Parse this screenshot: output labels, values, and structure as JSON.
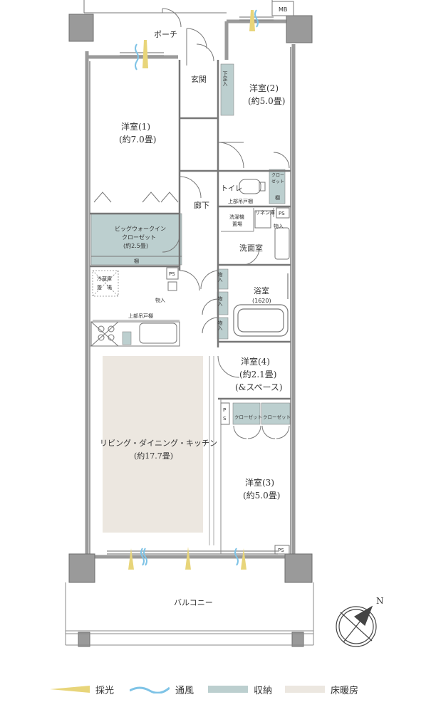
{
  "colors": {
    "wall": "#9a9a9a",
    "wall_dark": "#6e6e6e",
    "storage": "#bccfcf",
    "floor_heating": "#ece7e0",
    "light": "#e8d57a",
    "wind": "#7ec3e6",
    "line": "#666666"
  },
  "labels": {
    "mb": "MB",
    "porch": "ポーチ",
    "entrance": "玄関",
    "shoe_storage": "下足入",
    "room2": "洋室(2)",
    "room2_size": "(約5.0畳)",
    "room1": "洋室(1)",
    "room1_size": "(約7.0畳)",
    "closet_upper": "クロー",
    "closet_lower": "ゼット",
    "shelf": "棚",
    "toilet": "トイレ",
    "upper_cabinet": "上部吊戸棚",
    "corridor": "廊下",
    "linen": "リネン庫",
    "ps": "PS",
    "washer_1": "洗濯機",
    "washer_2": "置場",
    "storage_in": "物入",
    "washroom": "洗面室",
    "wic_1": "ビッグウォークイン",
    "wic_2": "クローゼット",
    "wic_3": "(約2.5畳)",
    "fridge_1": "冷蔵庫",
    "fridge_2": "置　場",
    "bathroom": "浴室",
    "bath_size": "(1620)",
    "kitchen_upper": "上部吊戸棚",
    "room4": "洋室(4)",
    "room4_size": "(約2.1畳)",
    "room4_space": "(&スペース)",
    "p": "P",
    "s": "S",
    "closet": "クローゼット",
    "ldk": "リビング・ダイニング・キッチン",
    "ldk_size": "(約17.7畳)",
    "room3": "洋室(3)",
    "room3_size": "(約5.0畳)",
    "balcony": "バルコニー",
    "north": "N"
  },
  "legend": [
    {
      "label": "採光",
      "icon": "light-icon"
    },
    {
      "label": "通風",
      "icon": "wind-icon"
    },
    {
      "label": "収納",
      "icon": "storage-swatch"
    },
    {
      "label": "床暖房",
      "icon": "floor-heating-swatch"
    }
  ]
}
